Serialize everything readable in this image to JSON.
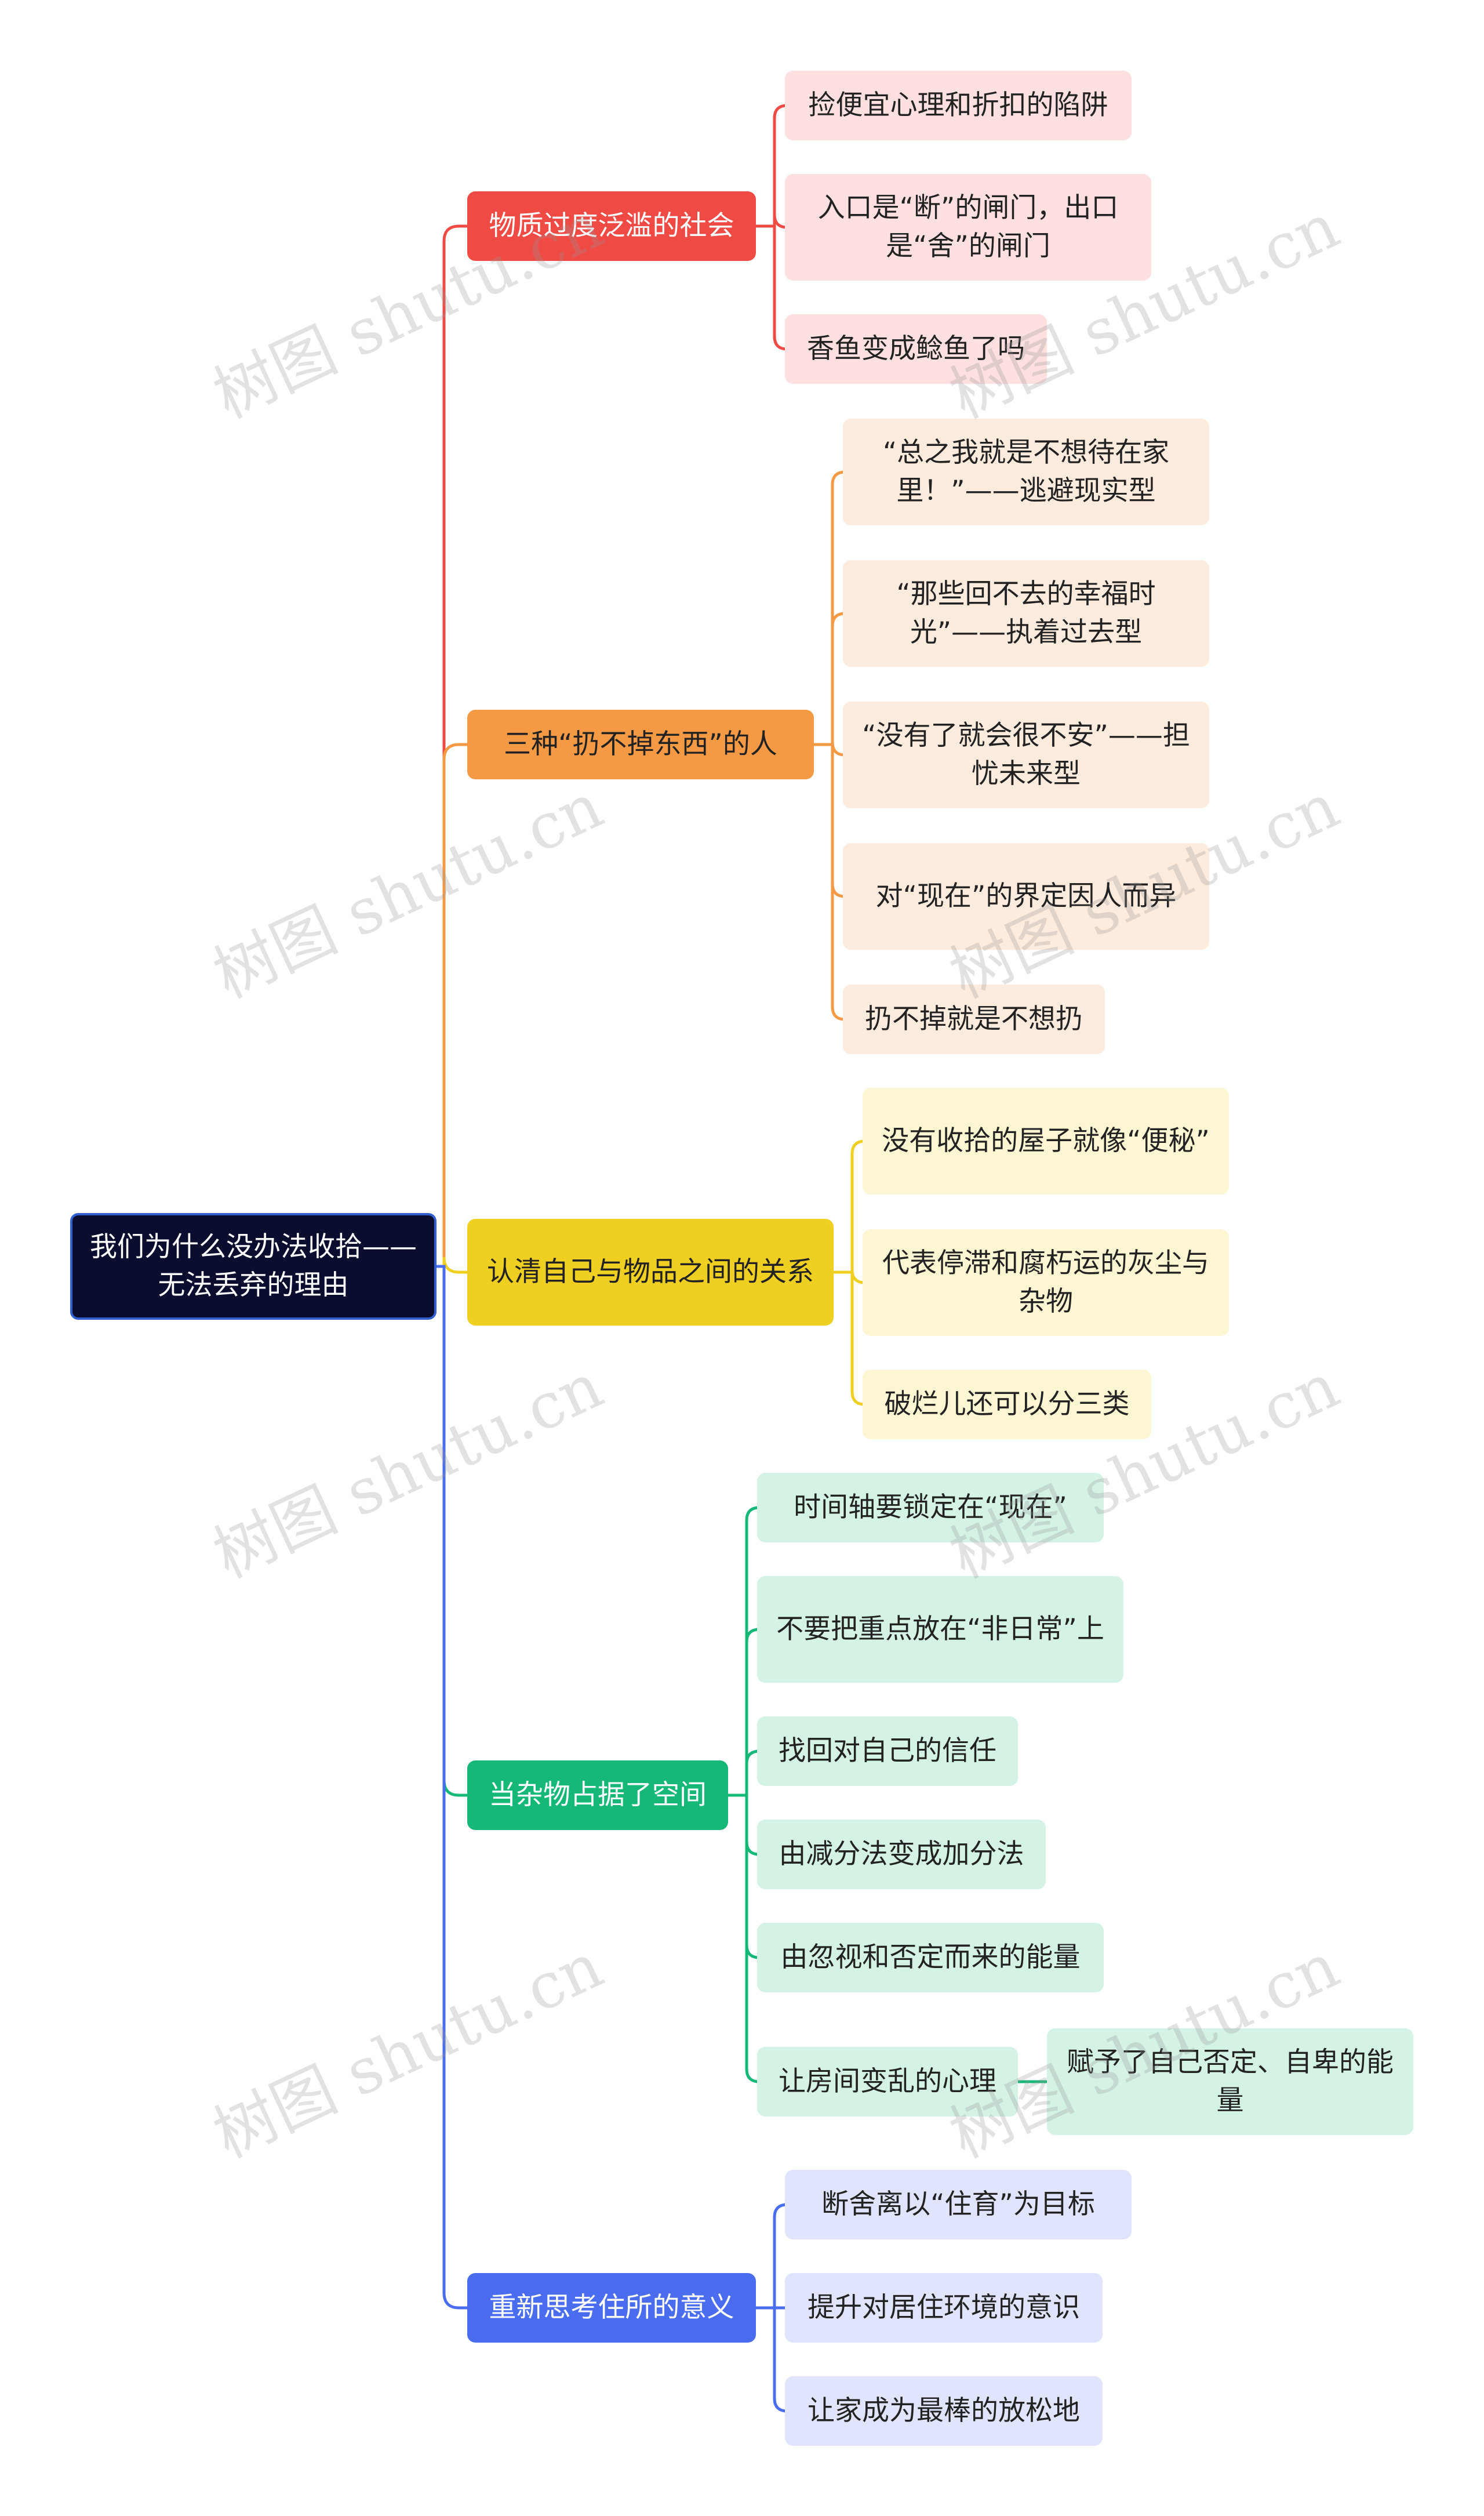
{
  "root": {
    "text": "我们为什么没办法收拾——无法丢弃的理由"
  },
  "branches": [
    {
      "text": "物质过度泛滥的社会",
      "color": "#f04a45",
      "fill": "#fde0df",
      "textColor": "#ffffff",
      "childText": "#222222",
      "children": [
        {
          "text": "捡便宜心理和折扣的陷阱"
        },
        {
          "text": "入口是“断”的闸门，出口是“舍”的闸门"
        },
        {
          "text": "香鱼变成鲶鱼了吗"
        }
      ]
    },
    {
      "text": "三种“扔不掉东西”的人",
      "color": "#f59a44",
      "fill": "#fdebdd",
      "textColor": "#222222",
      "childText": "#222222",
      "children": [
        {
          "text": "“总之我就是不想待在家里！”——逃避现实型"
        },
        {
          "text": "“那些回不去的幸福时光”——执着过去型"
        },
        {
          "text": "“没有了就会很不安”——担忧未来型"
        },
        {
          "text": "对“现在”的界定因人而异"
        },
        {
          "text": "扔不掉就是不想扔"
        }
      ]
    },
    {
      "text": "认清自己与物品之间的关系",
      "color": "#f0cf23",
      "fill": "#fdf6d2",
      "textColor": "#222222",
      "childText": "#222222",
      "children": [
        {
          "text": "没有收拾的屋子就像“便秘”"
        },
        {
          "text": "代表停滞和腐朽运的灰尘与杂物"
        },
        {
          "text": "破烂儿还可以分三类"
        }
      ]
    },
    {
      "text": "当杂物占据了空间",
      "color": "#15b877",
      "fill": "#d4f3e5",
      "textColor": "#ffffff",
      "childText": "#222222",
      "children": [
        {
          "text": "时间轴要锁定在“现在”"
        },
        {
          "text": "不要把重点放在“非日常”上"
        },
        {
          "text": "找回对自己的信任"
        },
        {
          "text": "由减分法变成加分法"
        },
        {
          "text": "由忽视和否定而来的能量"
        },
        {
          "text": "让房间变乱的心理",
          "children": [
            {
              "text": "赋予了自己否定、自卑的能量"
            }
          ]
        }
      ]
    },
    {
      "text": "重新思考住所的意义",
      "color": "#4a6df0",
      "fill": "#e0e5fd",
      "textColor": "#ffffff",
      "childText": "#222222",
      "children": [
        {
          "text": "断舍离以“住育”为目标"
        },
        {
          "text": "提升对居住环境的意识"
        },
        {
          "text": "让家成为最棒的放松地"
        }
      ]
    }
  ],
  "rootConnectorColor": "#2f5fd0",
  "watermark": "树图 shutu.cn"
}
